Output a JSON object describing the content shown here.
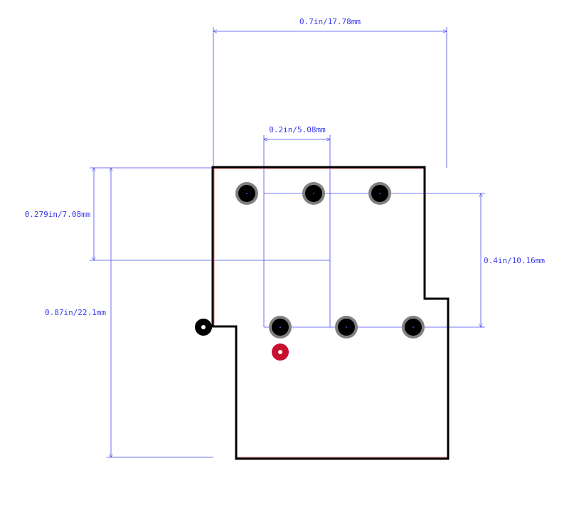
{
  "dimensions": {
    "total_width": "0.7in/17.78mm",
    "pitch": "0.2in/5.08mm",
    "offset_height": "0.279in/7.08mm",
    "total_height": "0.87in/22.1mm",
    "row_spacing": "0.4in/10.16mm"
  },
  "colors": {
    "dimension": "#4a4af0",
    "outline": "#000000",
    "outline_shadow": "#e07a7a",
    "pad_ring": "#808080",
    "pad_hole": "#000000",
    "pin1_marker": "#c8102e",
    "origin_marker": "#000000"
  }
}
